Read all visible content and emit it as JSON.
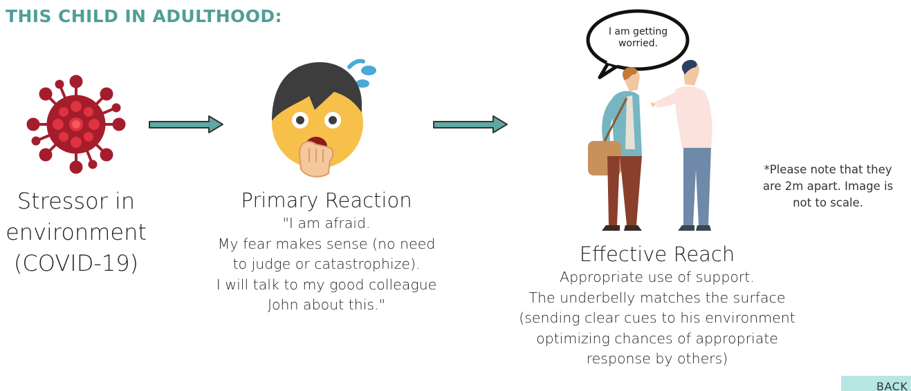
{
  "title": "THIS CHILD IN ADULTHOOD:",
  "stressor": {
    "caption": [
      "Stressor in",
      "environment",
      "(COVID-19)"
    ],
    "icon": "virus-icon"
  },
  "primary": {
    "heading": "Primary Reaction",
    "lines": [
      "\"I am afraid.",
      "My fear makes sense (no need",
      "to judge or catastrophize).",
      "I will talk to my good colleague",
      "John about this.\""
    ],
    "icon": "scared-face-icon"
  },
  "reach": {
    "heading": "Effective Reach",
    "lines": [
      "Appropriate use of support.",
      "The underbelly matches the surface",
      "(sending clear cues to his environment",
      "optimizing chances of appropriate",
      "response by others)"
    ],
    "icon": "two-people-talking-icon"
  },
  "speech_bubble": [
    "I am getting",
    "worried."
  ],
  "note": [
    "*Please note that they",
    "are 2m apart. Image is",
    "not to scale."
  ],
  "back_button": "BACK",
  "colors": {
    "title": "#4f9e9a",
    "arrow": "#5fa8a4",
    "virus": "#a51d2d",
    "face": "#f7c04a",
    "back_bg": "#b6e7e3"
  }
}
